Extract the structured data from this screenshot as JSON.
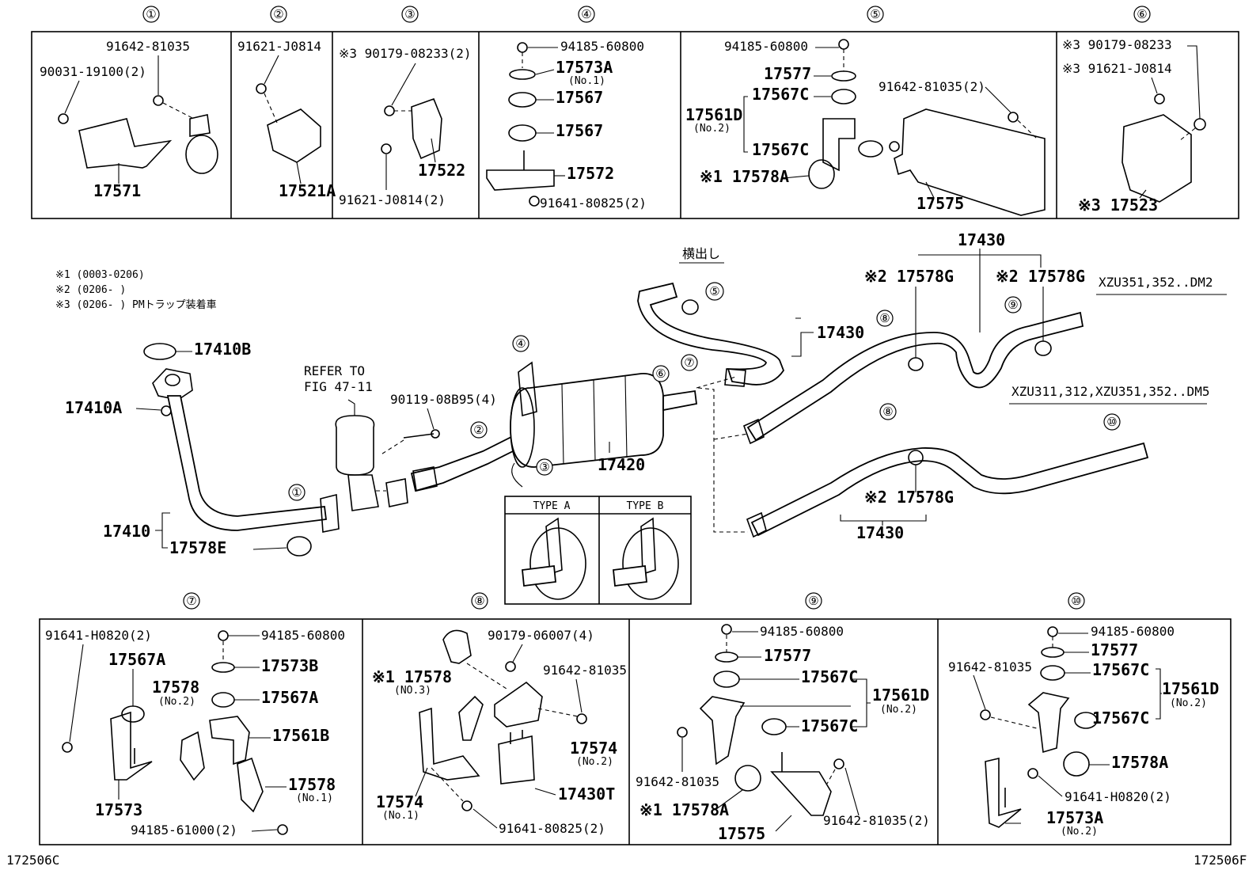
{
  "detail_numbers": [
    "①",
    "②",
    "③",
    "④",
    "⑤",
    "⑥",
    "⑦",
    "⑧",
    "⑨",
    "⑩"
  ],
  "top": {
    "d1": {
      "p1": "91642-81035",
      "p2": "90031-19100(2)",
      "p3": "17571"
    },
    "d2": {
      "p1": "91621-J0814",
      "p2": "17521A"
    },
    "d3": {
      "p1": "※3 90179-08233(2)",
      "p2": "91621-J0814(2)",
      "p3": "17522"
    },
    "d4": {
      "p1": "94185-60800",
      "p2": "17573A",
      "p2b": "(No.1)",
      "p3": "17567",
      "p4": "17567",
      "p5": "17572",
      "p6": "91641-80825(2)"
    },
    "d5": {
      "p1": "94185-60800",
      "p2": "17577",
      "p3": "17567C",
      "p4": "17561D",
      "p4b": "(No.2)",
      "p5": "17567C",
      "p6": "※1 17578A",
      "p7": "91642-81035(2)",
      "p8": "17575"
    },
    "d6": {
      "p1": "※3 90179-08233",
      "p2": "※3 91621-J0814",
      "p3": "※3 17523"
    }
  },
  "notes": {
    "n1": "※1 (0003-0206)",
    "n2": "※2 (0206-      )",
    "n3": "※3 (0206-      ) PMトラップ装着車"
  },
  "main": {
    "yokodashi": "横出し",
    "p17430_top": "17430",
    "p17430_side": "17430",
    "p17430_low": "17430",
    "clamp1": "※2 17578G",
    "clamp2": "※2 17578G",
    "clamp3": "※2 17578G",
    "model1": "XZU351,352..DM2",
    "model2": "XZU311,312,XZU351,352..DM5",
    "p17410B": "17410B",
    "p17410A": "17410A",
    "p17410": "17410",
    "p17578E": "17578E",
    "refer1": "REFER TO",
    "refer2": "FIG 47-11",
    "bolt": "90119-08B95(4)",
    "p17420": "17420",
    "typeA": "TYPE A",
    "typeB": "TYPE B"
  },
  "bottom": {
    "d7": {
      "p1": "91641-H0820(2)",
      "p2": "17567A",
      "p3": "94185-60800",
      "p4": "17573B",
      "p5": "17578",
      "p5b": "(No.2)",
      "p6": "17567A",
      "p7": "17561B",
      "p8": "17578",
      "p8b": "(No.1)",
      "p9": "17573",
      "p10": "94185-61000(2)"
    },
    "d8": {
      "p1": "90179-06007(4)",
      "p2": "※1 17578",
      "p2b": "(NO.3)",
      "p3": "91642-81035",
      "p4": "17574",
      "p4b": "(No.2)",
      "p5": "17574",
      "p5b": "(No.1)",
      "p6": "17430T",
      "p7": "91641-80825(2)"
    },
    "d9": {
      "p1": "94185-60800",
      "p2": "17577",
      "p3": "17567C",
      "p4": "17561D",
      "p4b": "(No.2)",
      "p5": "17567C",
      "p6": "91642-81035",
      "p7": "※1 17578A",
      "p8": "17575",
      "p9": "91642-81035(2)"
    },
    "d10": {
      "p1": "94185-60800",
      "p2": "17577",
      "p3": "91642-81035",
      "p4": "17567C",
      "p5": "17561D",
      "p5b": "(No.2)",
      "p6": "17567C",
      "p7": "17578A",
      "p8": "91641-H0820(2)",
      "p9": "17573A",
      "p9b": "(No.2)"
    }
  },
  "footer": {
    "left": "172506C",
    "right": "172506F"
  }
}
